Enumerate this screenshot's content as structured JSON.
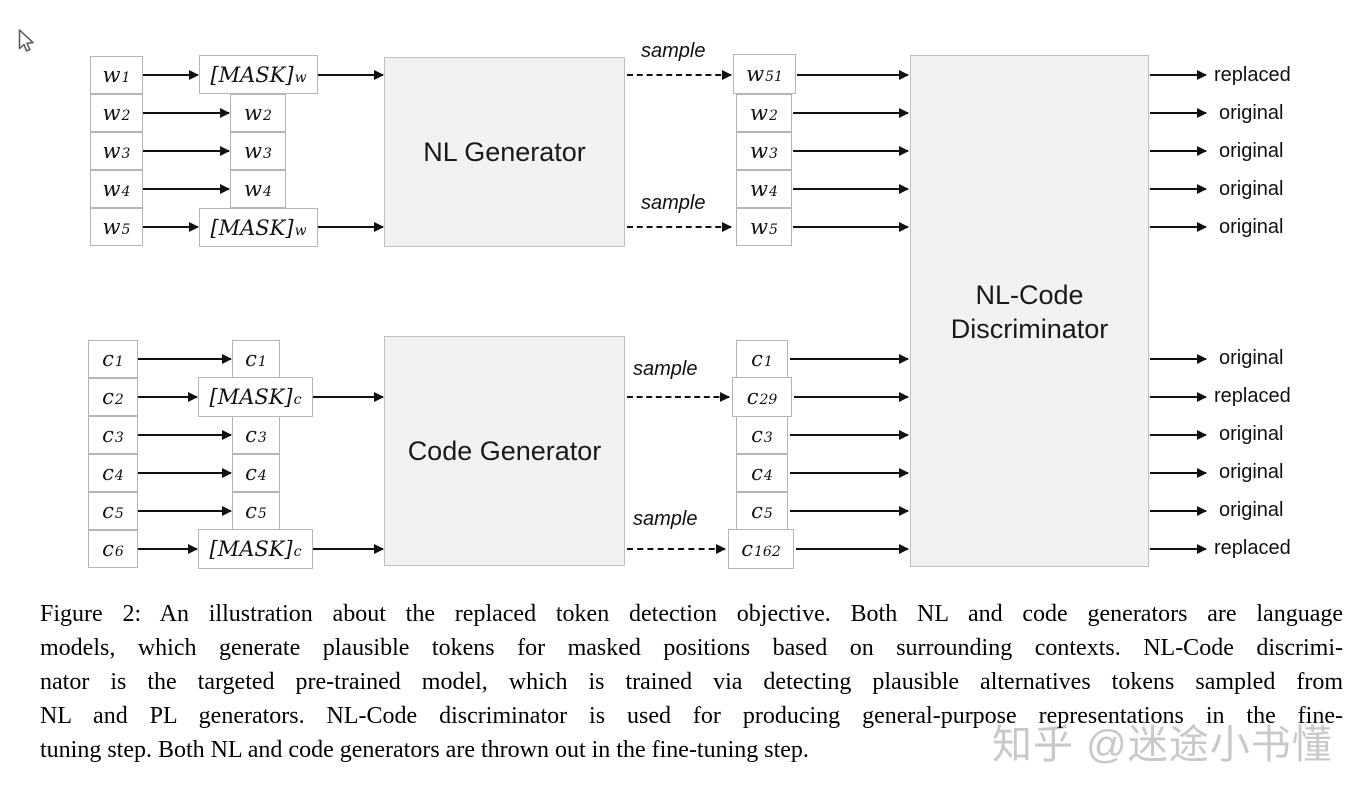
{
  "nl": {
    "inputs": [
      {
        "b": "w",
        "s": "1"
      },
      {
        "b": "w",
        "s": "2"
      },
      {
        "b": "w",
        "s": "3"
      },
      {
        "b": "w",
        "s": "4"
      },
      {
        "b": "w",
        "s": "5"
      }
    ],
    "masked": [
      {
        "b": "[MASK]",
        "s": "w"
      },
      {
        "b": "w",
        "s": "2"
      },
      {
        "b": "w",
        "s": "3"
      },
      {
        "b": "w",
        "s": "4"
      },
      {
        "b": "[MASK]",
        "s": "w"
      }
    ],
    "generator": "NL Generator",
    "sample_top": "sample",
    "sample_bottom": "sample",
    "sampled": [
      {
        "b": "w",
        "s": "51"
      },
      {
        "b": "w",
        "s": "2"
      },
      {
        "b": "w",
        "s": "3"
      },
      {
        "b": "w",
        "s": "4"
      },
      {
        "b": "w",
        "s": "5"
      }
    ],
    "outputs": [
      "replaced",
      "original",
      "original",
      "original",
      "original"
    ]
  },
  "code": {
    "inputs": [
      {
        "b": "c",
        "s": "1"
      },
      {
        "b": "c",
        "s": "2"
      },
      {
        "b": "c",
        "s": "3"
      },
      {
        "b": "c",
        "s": "4"
      },
      {
        "b": "c",
        "s": "5"
      },
      {
        "b": "c",
        "s": "6"
      }
    ],
    "masked": [
      {
        "b": "c",
        "s": "1"
      },
      {
        "b": "[MASK]",
        "s": "c"
      },
      {
        "b": "c",
        "s": "3"
      },
      {
        "b": "c",
        "s": "4"
      },
      {
        "b": "c",
        "s": "5"
      },
      {
        "b": "[MASK]",
        "s": "c"
      }
    ],
    "generator": "Code Generator",
    "sample_top": "sample",
    "sample_bottom": "sample",
    "sampled": [
      {
        "b": "c",
        "s": "1"
      },
      {
        "b": "c",
        "s": "29"
      },
      {
        "b": "c",
        "s": "3"
      },
      {
        "b": "c",
        "s": "4"
      },
      {
        "b": "c",
        "s": "5"
      },
      {
        "b": "c",
        "s": "162"
      }
    ],
    "outputs": [
      "original",
      "replaced",
      "original",
      "original",
      "original",
      "replaced"
    ]
  },
  "discriminator": {
    "line1": "NL-Code",
    "line2": "Discriminator"
  },
  "caption": {
    "lines": [
      "Figure 2: An illustration about the replaced token detection objective. Both NL and code generators are language",
      "models, which generate plausible tokens for masked positions based on surrounding contexts. NL-Code discrimi-",
      "nator is the targeted pre-trained model, which is trained via detecting plausible alternatives tokens sampled from",
      "NL and PL generators. NL-Code discriminator is used for producing general-purpose representations in the fine-",
      "tuning step. Both NL and code generators are thrown out in the fine-tuning step."
    ]
  },
  "watermark": "知乎 @迷途小书懂",
  "colors": {
    "block_fill": "#f2f2f2",
    "box_border": "#b5b5b5",
    "arrow": "#111111",
    "watermark": "#c9c9c9"
  }
}
